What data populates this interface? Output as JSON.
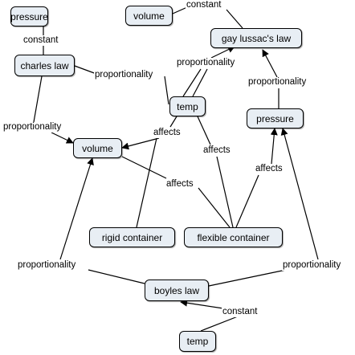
{
  "nodes": {
    "pressure_top": "pressure",
    "volume_top": "volume",
    "gay_lussacs_law": "gay lussac's law",
    "charles_law": "charles law",
    "temp_mid": "temp",
    "pressure_right": "pressure",
    "volume_mid": "volume",
    "rigid_container": "rigid container",
    "flexible_container": "flexible container",
    "boyles_law": "boyles law",
    "temp_bottom": "temp"
  },
  "links": {
    "constant_top": "constant",
    "constant_left": "constant",
    "proportionality_charles_temp": "proportionality",
    "proportionality_temp_gay": "proportionality",
    "proportionality_pressure_gay": "proportionality",
    "proportionality_charles_volume": "proportionality",
    "affects_temp_volume": "affects",
    "affects_flexible_temp": "affects",
    "affects_flexible_pressure": "affects",
    "affects_flexible_volume": "affects",
    "proportionality_boyles_volume": "proportionality",
    "proportionality_boyles_pressure": "proportionality",
    "constant_bottom": "constant"
  },
  "colors": {
    "node_fill": "#e8eef4",
    "stroke": "#000000"
  }
}
